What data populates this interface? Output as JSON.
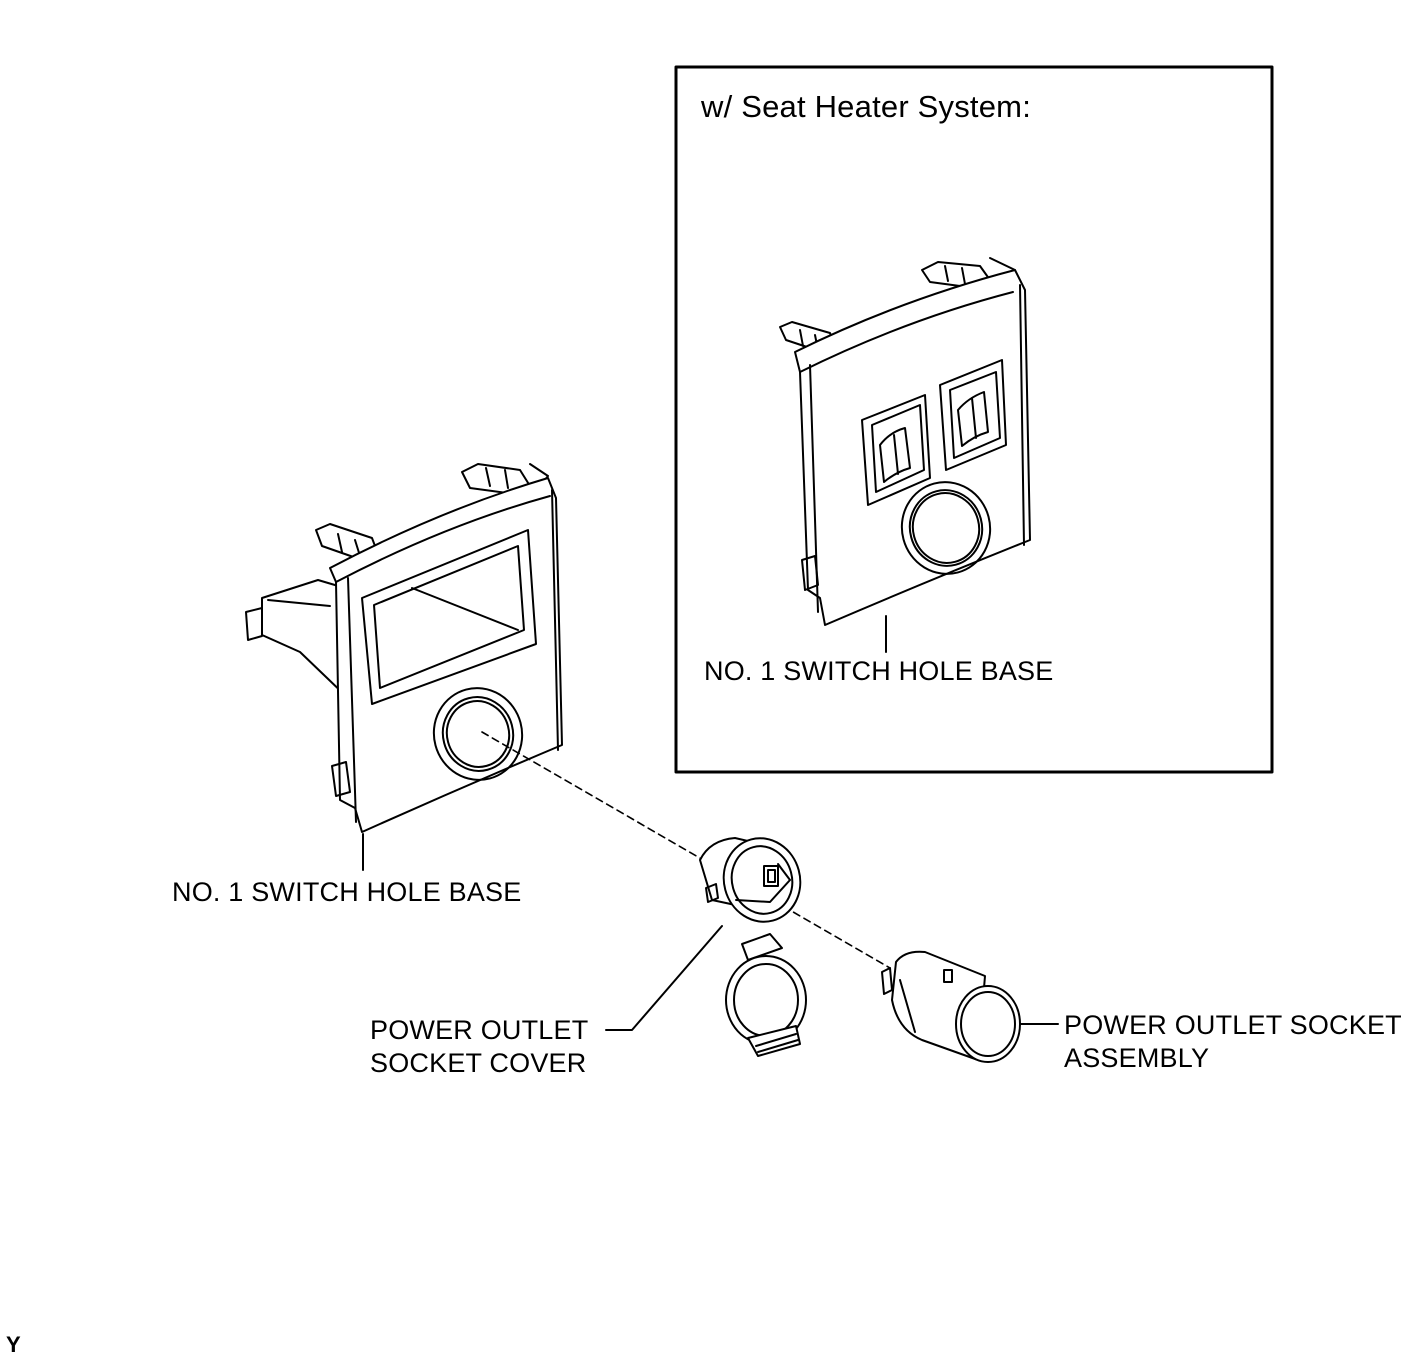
{
  "inset": {
    "title": "w/ Seat Heater System:",
    "base_label": "NO. 1 SWITCH HOLE BASE"
  },
  "main": {
    "base_label": "NO. 1 SWITCH HOLE BASE",
    "cover_label_line1": "POWER OUTLET",
    "cover_label_line2": "SOCKET COVER",
    "assembly_label_line1": "POWER OUTLET SOCKET",
    "assembly_label_line2": "ASSEMBLY"
  },
  "footer": {
    "code": "Y"
  }
}
